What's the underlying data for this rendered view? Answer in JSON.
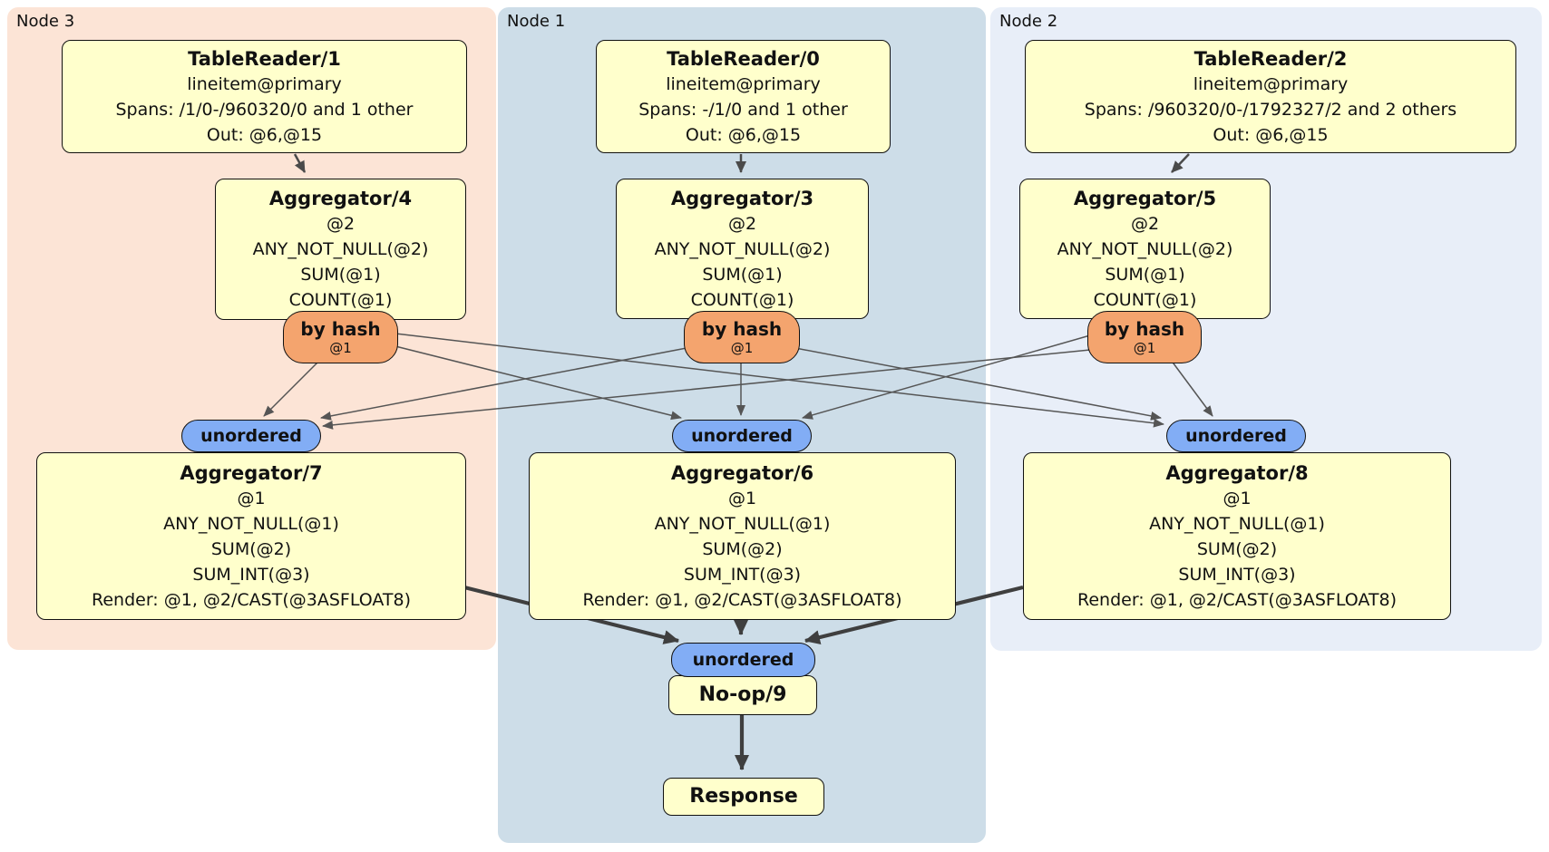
{
  "colors": {
    "page-bg": "#ffffff",
    "band-node3": "#fce4d6",
    "band-node1": "#cddde8",
    "band-node2": "#e8eef8",
    "box-fill": "#ffffcc",
    "box-border": "#111111",
    "router-fill": "#f4a46e",
    "sync-fill": "#82adf5",
    "edge-thin": "#555555",
    "edge-mid": "#4a4a4a",
    "edge-thick": "#3f3f3f"
  },
  "nodes": [
    {
      "label": "Node 3",
      "table_reader": {
        "title": "TableReader/1",
        "lines": [
          "lineitem@primary",
          "Spans: /1/0-/960320/0 and 1 other",
          "Out: @6,@15"
        ]
      },
      "aggregator_top": {
        "title": "Aggregator/4",
        "lines": [
          "@2",
          "ANY_NOT_NULL(@2)",
          "SUM(@1)",
          "COUNT(@1)"
        ]
      },
      "router": {
        "label": "by hash",
        "detail": "@1"
      },
      "sync": {
        "label": "unordered"
      },
      "aggregator_bottom": {
        "title": "Aggregator/7",
        "lines": [
          "@1",
          "ANY_NOT_NULL(@1)",
          "SUM(@2)",
          "SUM_INT(@3)",
          "Render: @1, @2/CAST(@3ASFLOAT8)"
        ]
      }
    },
    {
      "label": "Node 1",
      "table_reader": {
        "title": "TableReader/0",
        "lines": [
          "lineitem@primary",
          "Spans: -/1/0 and 1 other",
          "Out: @6,@15"
        ]
      },
      "aggregator_top": {
        "title": "Aggregator/3",
        "lines": [
          "@2",
          "ANY_NOT_NULL(@2)",
          "SUM(@1)",
          "COUNT(@1)"
        ]
      },
      "router": {
        "label": "by hash",
        "detail": "@1"
      },
      "sync": {
        "label": "unordered"
      },
      "aggregator_bottom": {
        "title": "Aggregator/6",
        "lines": [
          "@1",
          "ANY_NOT_NULL(@1)",
          "SUM(@2)",
          "SUM_INT(@3)",
          "Render: @1, @2/CAST(@3ASFLOAT8)"
        ]
      }
    },
    {
      "label": "Node 2",
      "table_reader": {
        "title": "TableReader/2",
        "lines": [
          "lineitem@primary",
          "Spans: /960320/0-/1792327/2 and 2 others",
          "Out: @6,@15"
        ]
      },
      "aggregator_top": {
        "title": "Aggregator/5",
        "lines": [
          "@2",
          "ANY_NOT_NULL(@2)",
          "SUM(@1)",
          "COUNT(@1)"
        ]
      },
      "router": {
        "label": "by hash",
        "detail": "@1"
      },
      "sync": {
        "label": "unordered"
      },
      "aggregator_bottom": {
        "title": "Aggregator/8",
        "lines": [
          "@1",
          "ANY_NOT_NULL(@1)",
          "SUM(@2)",
          "SUM_INT(@3)",
          "Render: @1, @2/CAST(@3ASFLOAT8)"
        ]
      }
    }
  ],
  "final_stage": {
    "sync": {
      "label": "unordered"
    },
    "noop": {
      "title": "No-op/9"
    },
    "response": {
      "title": "Response"
    }
  },
  "edges": [
    {
      "from": "TableReader/1",
      "to": "Aggregator/4"
    },
    {
      "from": "TableReader/0",
      "to": "Aggregator/3"
    },
    {
      "from": "TableReader/2",
      "to": "Aggregator/5"
    },
    {
      "from": "Aggregator/4",
      "via": "by hash @1",
      "to": "Aggregator/7 (unordered)"
    },
    {
      "from": "Aggregator/4",
      "via": "by hash @1",
      "to": "Aggregator/6 (unordered)"
    },
    {
      "from": "Aggregator/4",
      "via": "by hash @1",
      "to": "Aggregator/8 (unordered)"
    },
    {
      "from": "Aggregator/3",
      "via": "by hash @1",
      "to": "Aggregator/7 (unordered)"
    },
    {
      "from": "Aggregator/3",
      "via": "by hash @1",
      "to": "Aggregator/6 (unordered)"
    },
    {
      "from": "Aggregator/3",
      "via": "by hash @1",
      "to": "Aggregator/8 (unordered)"
    },
    {
      "from": "Aggregator/5",
      "via": "by hash @1",
      "to": "Aggregator/7 (unordered)"
    },
    {
      "from": "Aggregator/5",
      "via": "by hash @1",
      "to": "Aggregator/6 (unordered)"
    },
    {
      "from": "Aggregator/5",
      "via": "by hash @1",
      "to": "Aggregator/8 (unordered)"
    },
    {
      "from": "Aggregator/7",
      "via": "unordered",
      "to": "No-op/9"
    },
    {
      "from": "Aggregator/6",
      "via": "unordered",
      "to": "No-op/9"
    },
    {
      "from": "Aggregator/8",
      "via": "unordered",
      "to": "No-op/9"
    },
    {
      "from": "No-op/9",
      "to": "Response"
    }
  ]
}
